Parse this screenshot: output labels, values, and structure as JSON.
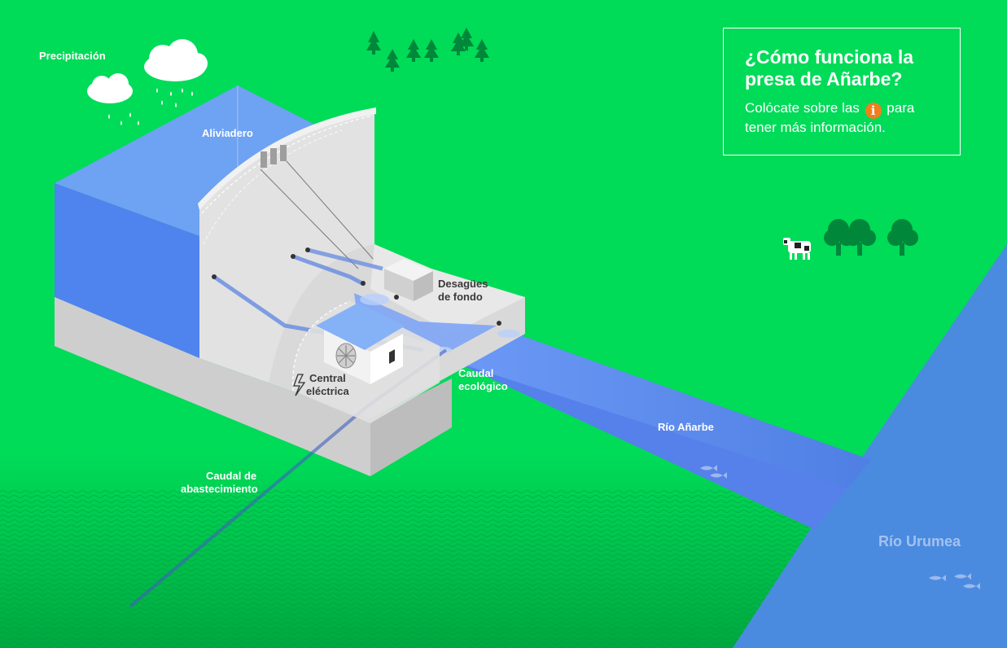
{
  "info_box": {
    "title": "¿Cómo funciona la presa de Añarbe?",
    "body_before": "Colócate sobre las",
    "body_after": "para tener más información.",
    "info_icon_glyph": "i"
  },
  "labels": {
    "precipitacion": "Precipitación",
    "aliviadero": "Aliviadero",
    "desagues": [
      "Desagües",
      "de fondo"
    ],
    "central": [
      "Central",
      "eléctrica"
    ],
    "caudal_ecologico": [
      "Caudal",
      "ecológico"
    ],
    "caudal_abastecimiento": [
      "Caudal de",
      "abastecimiento"
    ],
    "rio_anarbe": "Río Añarbe",
    "rio_urumea": "Río Urumea"
  },
  "icons": [
    "cloud-rain-icon",
    "pine-tree-icon",
    "cow-icon",
    "tree-icon",
    "fish-icon",
    "lightning-icon",
    "info-icon",
    "turbine-icon"
  ],
  "colors": {
    "grass": "#00DB58",
    "grass_dark": "#00B446",
    "water": "#4C86E0",
    "reservoir": "#5B8FF0",
    "concrete": "#D9D9D9",
    "info_accent": "#F07F1E",
    "urumea_label": "#A4C1EE"
  }
}
